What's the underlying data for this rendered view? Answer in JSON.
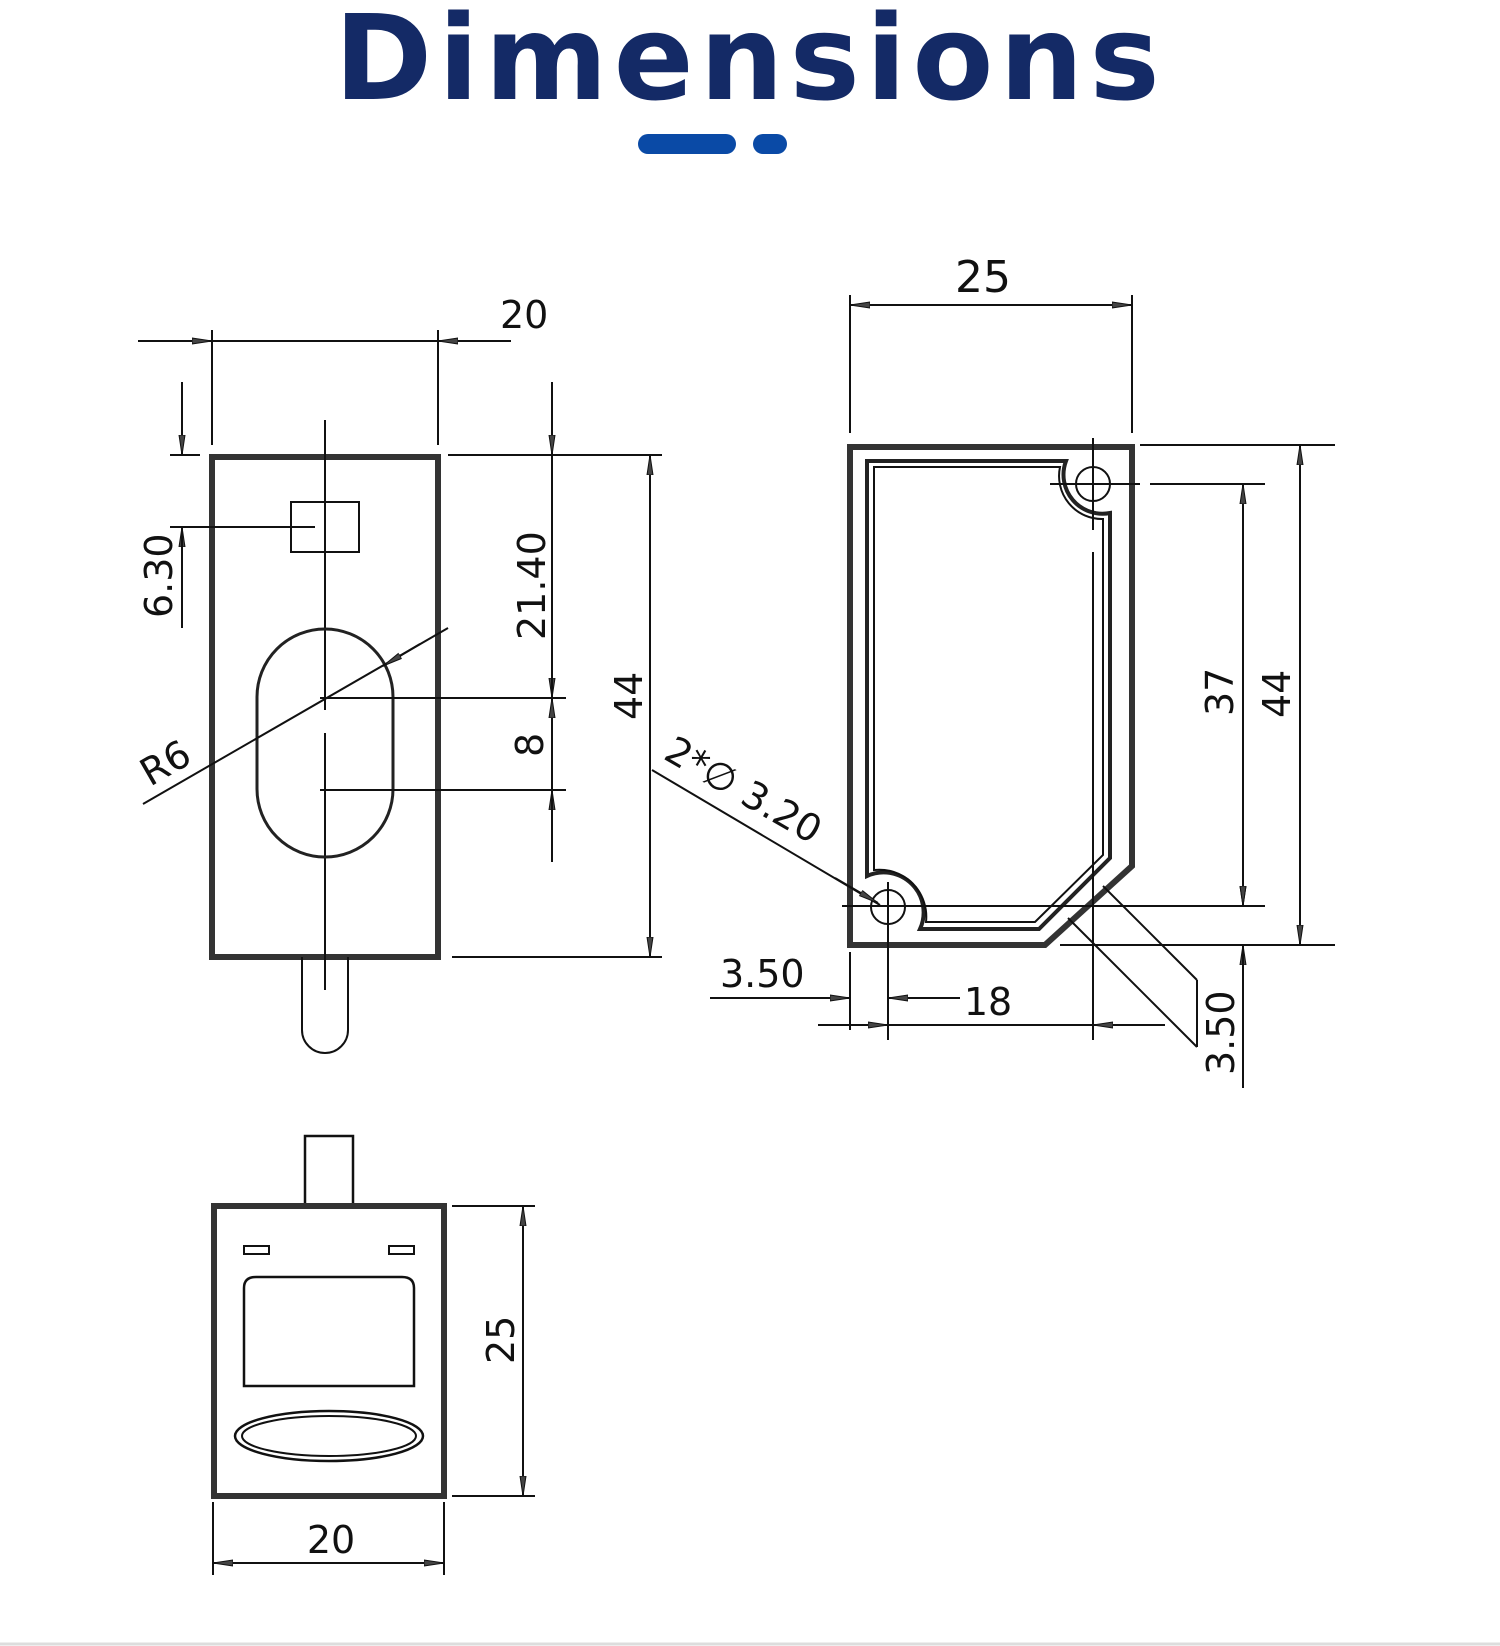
{
  "header": {
    "title": "Dimensions",
    "accent_color": "#142a66",
    "decoration_color": "#0a4aa6"
  },
  "front_view": {
    "width": "20",
    "led_offset": "6.30",
    "lens_center_offset": "21.40",
    "lens_slot_length": "8",
    "height": "44",
    "lens_radius": "R6"
  },
  "side_view": {
    "width": "25",
    "hole_spacing": "37",
    "height": "44",
    "mounting_holes": "2*∅ 3.20",
    "hole_edge_offset_x": "3.50",
    "chamfer_start": "18",
    "hole_edge_offset_y": "3.50"
  },
  "top_view": {
    "depth": "25",
    "width": "20"
  }
}
